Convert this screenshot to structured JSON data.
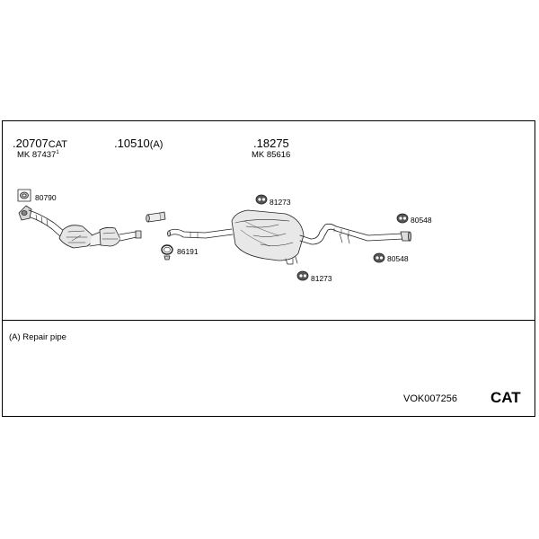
{
  "parts": {
    "p1": {
      "number": "20707",
      "suffix": "CAT",
      "mk": "MK 87437",
      "mk_mark": "1"
    },
    "p2": {
      "number": "10510",
      "suffix": "(A)"
    },
    "p3": {
      "number": "18275",
      "mk": "MK 85616"
    }
  },
  "fittings": {
    "f80790": "80790",
    "f86191": "86191",
    "f81273a": "81273",
    "f81273b": "81273",
    "f80548a": "80548",
    "f80548b": "80548"
  },
  "legend": {
    "note": "(A) Repair pipe"
  },
  "footer": {
    "reference": "VOK007256",
    "category": "CAT"
  }
}
